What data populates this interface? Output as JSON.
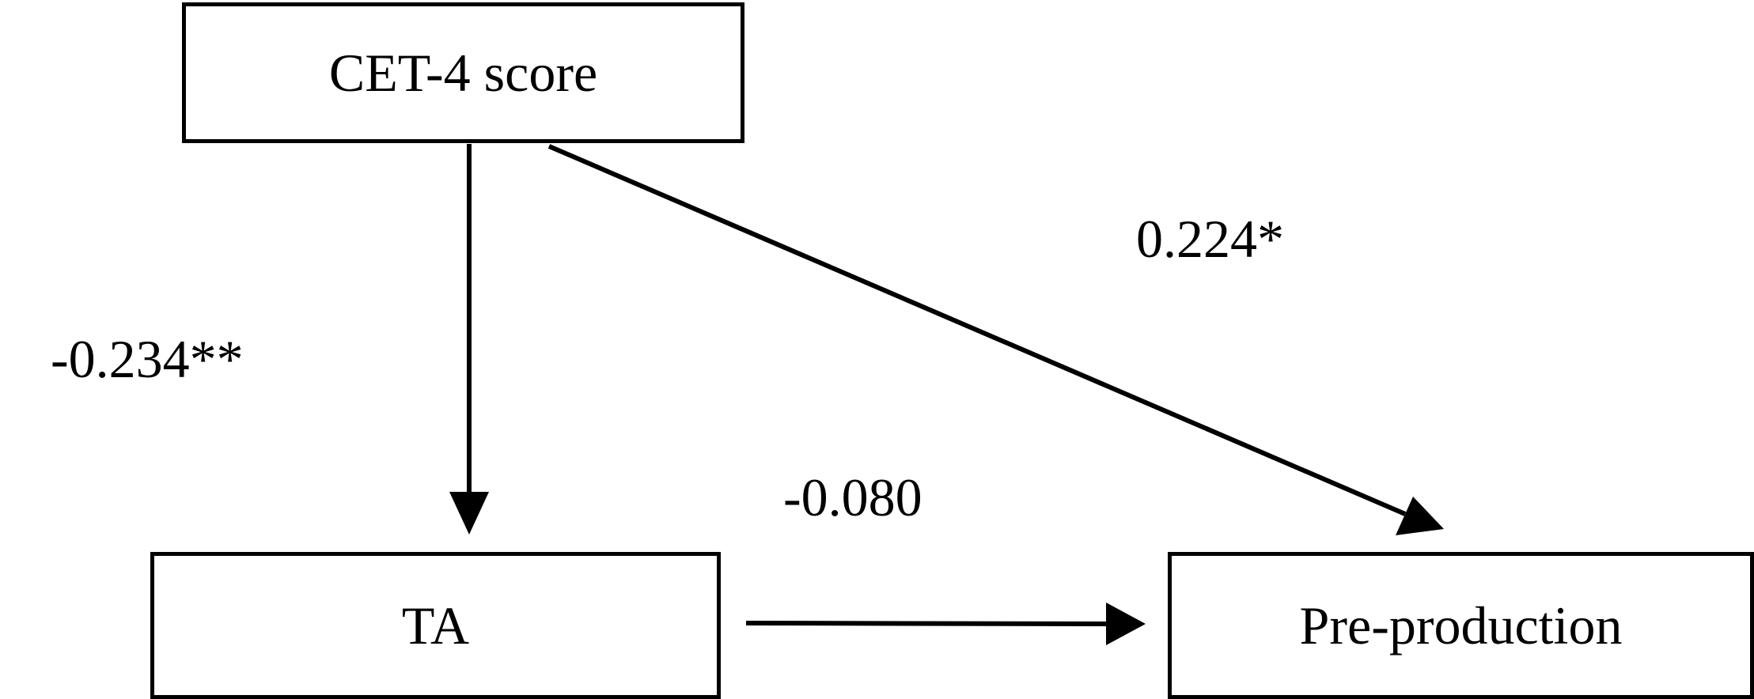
{
  "diagram": {
    "nodes": {
      "cet4": {
        "label": "CET-4 score"
      },
      "ta": {
        "label": "TA"
      },
      "preproduction": {
        "label": "Pre-production"
      }
    },
    "edges": [
      {
        "from": "cet4",
        "to": "ta",
        "coefficient": "-0.234**"
      },
      {
        "from": "cet4",
        "to": "preproduction",
        "coefficient": "0.224*"
      },
      {
        "from": "ta",
        "to": "preproduction",
        "coefficient": "-0.080"
      }
    ],
    "colors": {
      "line": "#000000",
      "background": "#ffffff"
    }
  }
}
